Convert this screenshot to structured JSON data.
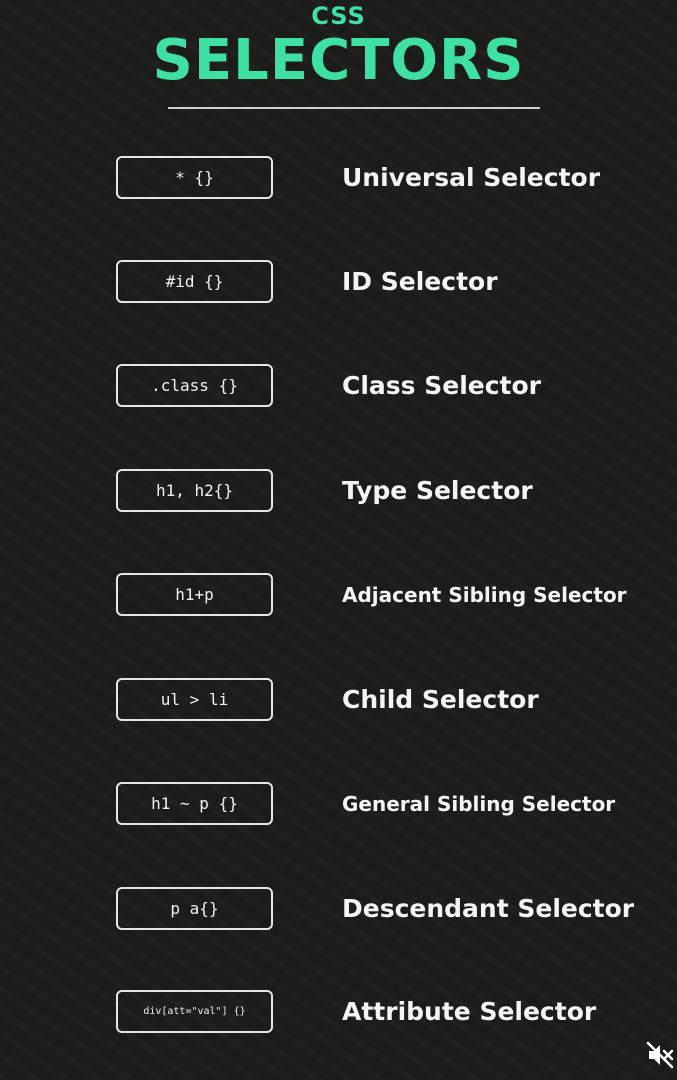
{
  "header": {
    "kicker": "CSS",
    "title": "SELECTORS"
  },
  "selectors": [
    {
      "code": "* {}",
      "label": "Universal Selector"
    },
    {
      "code": "#id {}",
      "label": "ID Selector"
    },
    {
      "code": ".class {}",
      "label": "Class Selector"
    },
    {
      "code": "h1, h2{}",
      "label": "Type Selector"
    },
    {
      "code": "h1+p",
      "label": "Adjacent Sibling Selector"
    },
    {
      "code": "ul > li",
      "label": "Child Selector"
    },
    {
      "code": "h1 ~ p {}",
      "label": "General Sibling Selector"
    },
    {
      "code": "p a{}",
      "label": "Descendant Selector"
    },
    {
      "code": "div[att=\"val\"] {}",
      "label": "Attribute Selector"
    }
  ],
  "controls": {
    "mute_icon": "speaker-muted-icon"
  },
  "colors": {
    "accent": "#3ee0a3",
    "background": "#1c1d1b",
    "text": "#f4f4f4"
  }
}
